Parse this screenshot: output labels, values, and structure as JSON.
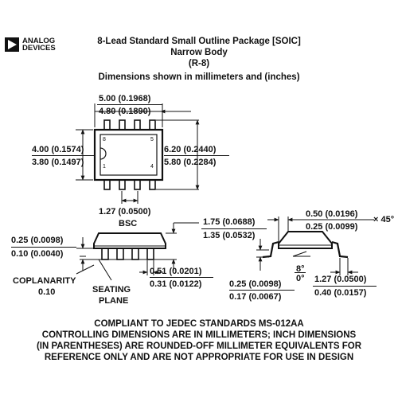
{
  "logo": {
    "line1": "ANALOG",
    "line2": "DEVICES"
  },
  "header": {
    "title": "8-Lead Standard Small Outline Package [SOIC]",
    "subtitle": "Narrow Body",
    "code": "(R-8)",
    "units_note": "Dimensions shown in millimeters and (inches)"
  },
  "top_view": {
    "length_max": "5.00 (0.1968)",
    "length_min": "4.80 (0.1890)",
    "width_max": "4.00 (0.1574)",
    "width_min": "3.80 (0.1497)",
    "span_max": "6.20 (0.2440)",
    "span_min": "5.80 (0.2284)",
    "pin_labels": {
      "p8": "8",
      "p5": "5",
      "p1": "1",
      "p4": "4"
    },
    "pitch": "1.27 (0.0500)",
    "pitch_note": "BSC"
  },
  "side_view": {
    "height_max": "1.75 (0.0688)",
    "height_min": "1.35 (0.0532)",
    "standoff_max": "0.25 (0.0098)",
    "standoff_min": "0.10 (0.0040)",
    "lead_width_max": "0.51 (0.0201)",
    "lead_width_min": "0.31 (0.0122)",
    "coplanarity_label": "COPLANARITY",
    "coplanarity_value": "0.10",
    "seating_label_1": "SEATING",
    "seating_label_2": "PLANE"
  },
  "end_view": {
    "chamfer_max": "0.50 (0.0196)",
    "chamfer_min": "0.25 (0.0099)",
    "chamfer_angle": "× 45°",
    "angle_max": "8°",
    "angle_min": "0°",
    "lead_thick_max": "0.25 (0.0098)",
    "lead_thick_min": "0.17 (0.0067)",
    "foot_max": "1.27 (0.0500)",
    "foot_min": "0.40 (0.0157)"
  },
  "footer": {
    "line1": "COMPLIANT TO JEDEC STANDARDS MS-012AA",
    "line2": "CONTROLLING DIMENSIONS ARE IN MILLIMETERS; INCH DIMENSIONS",
    "line3": "(IN PARENTHESES) ARE ROUNDED-OFF MILLIMETER EQUIVALENTS FOR",
    "line4": "REFERENCE ONLY AND ARE NOT APPROPRIATE FOR USE IN DESIGN"
  }
}
